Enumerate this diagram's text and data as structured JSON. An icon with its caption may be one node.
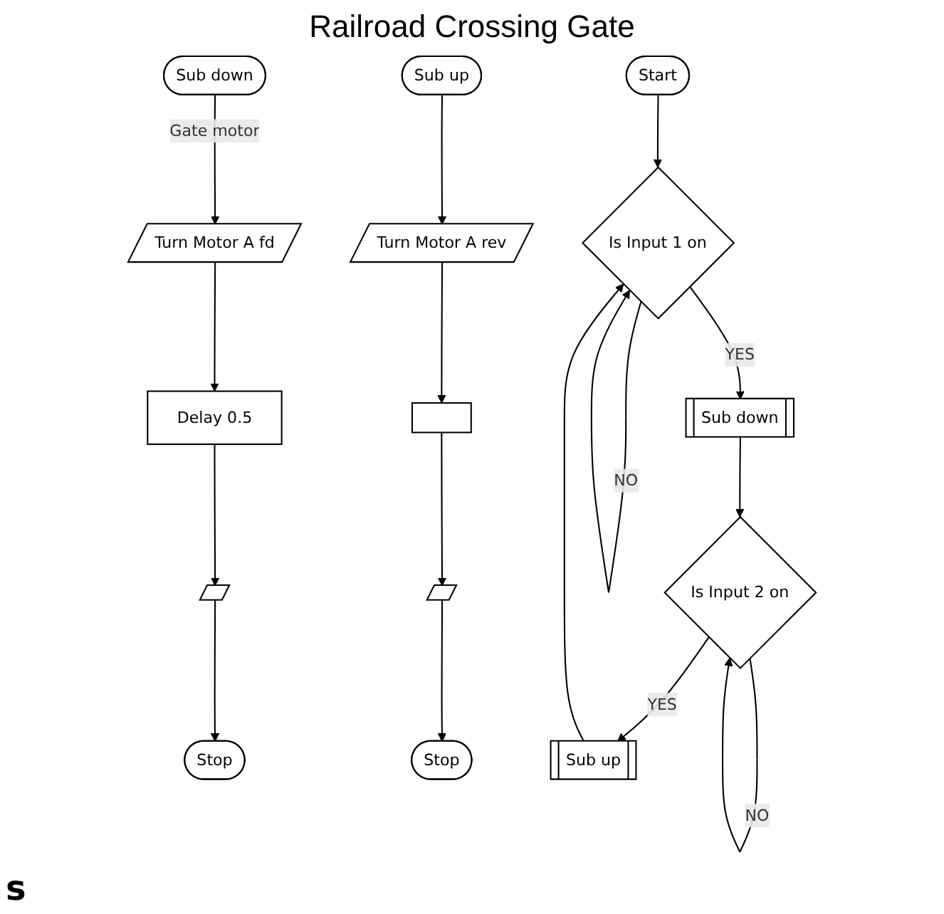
{
  "diagram": {
    "title": "Railroad Crossing Gate",
    "nodes": [
      {
        "text": [
          "Sub down"
        ]
      },
      {
        "text": [
          "Turn Motor A fd"
        ]
      },
      {
        "text": [
          "Delay 0.5"
        ]
      },
      {
        "text": [],
        "shape": "parallelogram"
      },
      {
        "text": [
          "Stop"
        ]
      },
      {
        "text": [
          "Sub up"
        ]
      },
      {
        "text": [
          "Turn Motor A rev"
        ]
      },
      {
        "text": [],
        "shape": "box"
      },
      {
        "text": [],
        "shape": "parallelogram"
      },
      {
        "text": [
          "Stop"
        ]
      },
      {
        "text": [
          "Start"
        ]
      },
      {
        "text": [
          "Is Input 1 on"
        ]
      },
      {
        "text": [
          "Sub down"
        ]
      },
      {
        "text": [
          "Is Input 2 on"
        ]
      },
      {
        "text": [
          "Sub up"
        ]
      }
    ],
    "edges": [
      {
        "from": 0,
        "to": 1,
        "arrow": "to",
        "label": "Gate motor"
      },
      {
        "from": 1,
        "to": 2,
        "arrow": "to"
      },
      {
        "from": 2,
        "to": 3,
        "arrow": "to"
      },
      {
        "from": 3,
        "to": 4,
        "arrow": "to"
      },
      {
        "from": 5,
        "to": 6,
        "arrow": "to"
      },
      {
        "from": 6,
        "to": 7,
        "arrow": "to"
      },
      {
        "from": 7,
        "to": 8,
        "arrow": "to"
      },
      {
        "from": 8,
        "to": 9,
        "arrow": "to"
      },
      {
        "from": 10,
        "to": 11,
        "arrow": "to"
      },
      {
        "from": 11,
        "to": 11,
        "arrow": "to",
        "label": "NO"
      },
      {
        "from": 11,
        "to": 12,
        "arrow": "to",
        "label": "YES"
      },
      {
        "from": 12,
        "to": 13,
        "arrow": "to"
      },
      {
        "from": 13,
        "to": 13,
        "arrow": "to",
        "label": "NO"
      },
      {
        "from": 13,
        "to": 14,
        "arrow": "to",
        "label": "YES"
      },
      {
        "from": 14,
        "to": 11,
        "arrow": "to"
      }
    ],
    "labels": [
      "s"
    ]
  }
}
